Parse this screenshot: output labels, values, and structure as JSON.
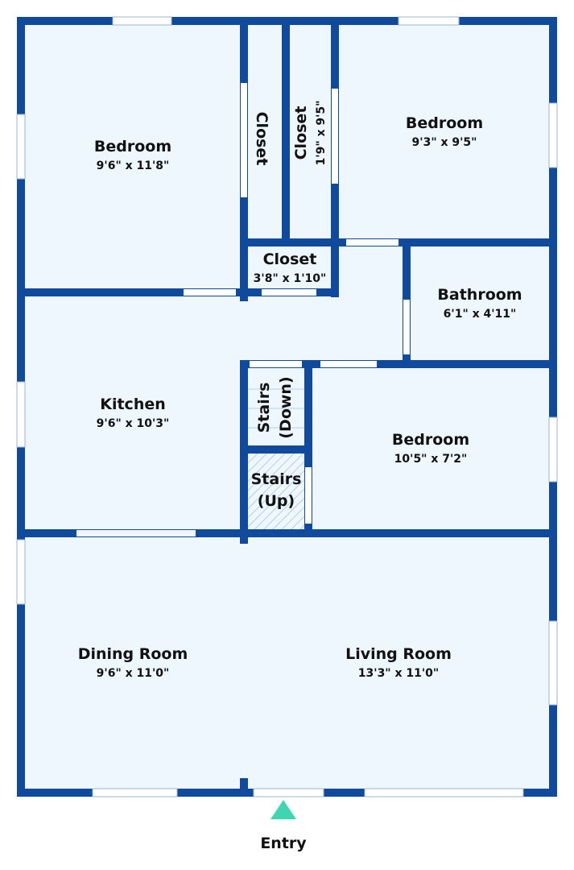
{
  "colors": {
    "wall": "#0f4a9c",
    "floor": "#eef6fe",
    "window": "#ffffff",
    "entry_marker": "#3ed6b0"
  },
  "rooms": {
    "bedroom1": {
      "name": "Bedroom",
      "size": "9'6\" x 11'8\""
    },
    "closet1": {
      "name": "Closet"
    },
    "closet2": {
      "name": "Closet",
      "size": "1'9\" x 9'5\""
    },
    "bedroom2": {
      "name": "Bedroom",
      "size": "9'3\" x 9'5\""
    },
    "closet3": {
      "name": "Closet",
      "size": "3'8\" x 1'10\""
    },
    "bathroom": {
      "name": "Bathroom",
      "size": "6'1\" x 4'11\""
    },
    "kitchen": {
      "name": "Kitchen",
      "size": "9'6\" x 10'3\""
    },
    "stairs_down": {
      "name": "Stairs",
      "note": "(Down)"
    },
    "stairs_up": {
      "name": "Stairs",
      "note": "(Up)"
    },
    "bedroom3": {
      "name": "Bedroom",
      "size": "10'5\" x 7'2\""
    },
    "dining": {
      "name": "Dining Room",
      "size": "9'6\" x 11'0\""
    },
    "living": {
      "name": "Living Room",
      "size": "13'3\" x 11'0\""
    }
  },
  "entry": {
    "label": "Entry"
  }
}
